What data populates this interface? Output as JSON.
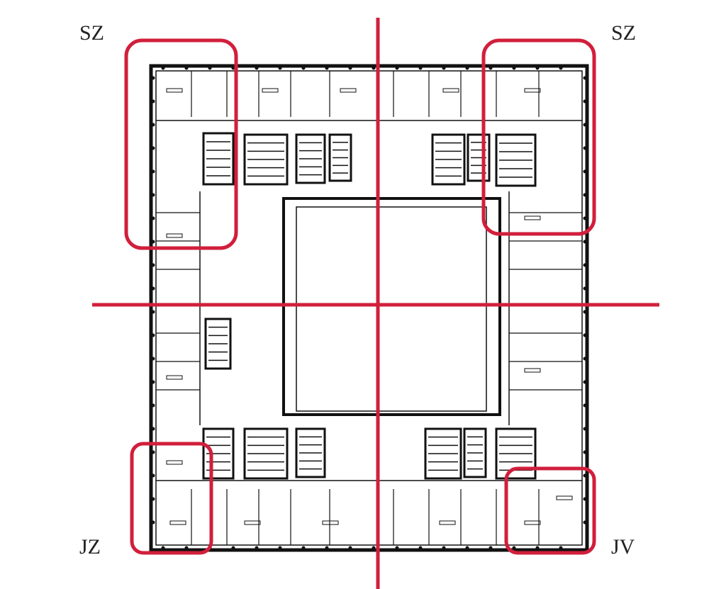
{
  "labels": {
    "top_left": "SZ",
    "top_right": "SZ",
    "bottom_left": "JZ",
    "bottom_right": "JV"
  },
  "colors": {
    "highlight": "#d11f3c",
    "plan": "#111111"
  }
}
